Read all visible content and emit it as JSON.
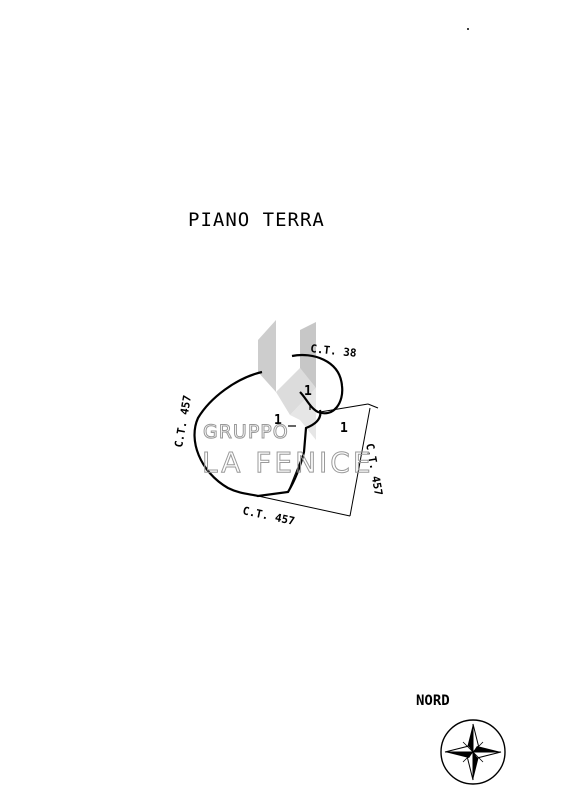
{
  "plan": {
    "title": "PIANO TERRA",
    "labels": {
      "ct_38": "C.T. 38",
      "ct_457_left": "C.T. 457",
      "ct_457_bottom": "C.T. 457",
      "ct_457_right": "C.T. 457",
      "room_top": "1",
      "room_center": "1",
      "room_right": "1"
    }
  },
  "compass": {
    "label": "NORD"
  },
  "watermark": {
    "line1": "GRUPPO",
    "line2": "LA FENICE"
  },
  "colors": {
    "lines": "#000000",
    "watermark": "#9a9a9a",
    "background": "#ffffff"
  }
}
